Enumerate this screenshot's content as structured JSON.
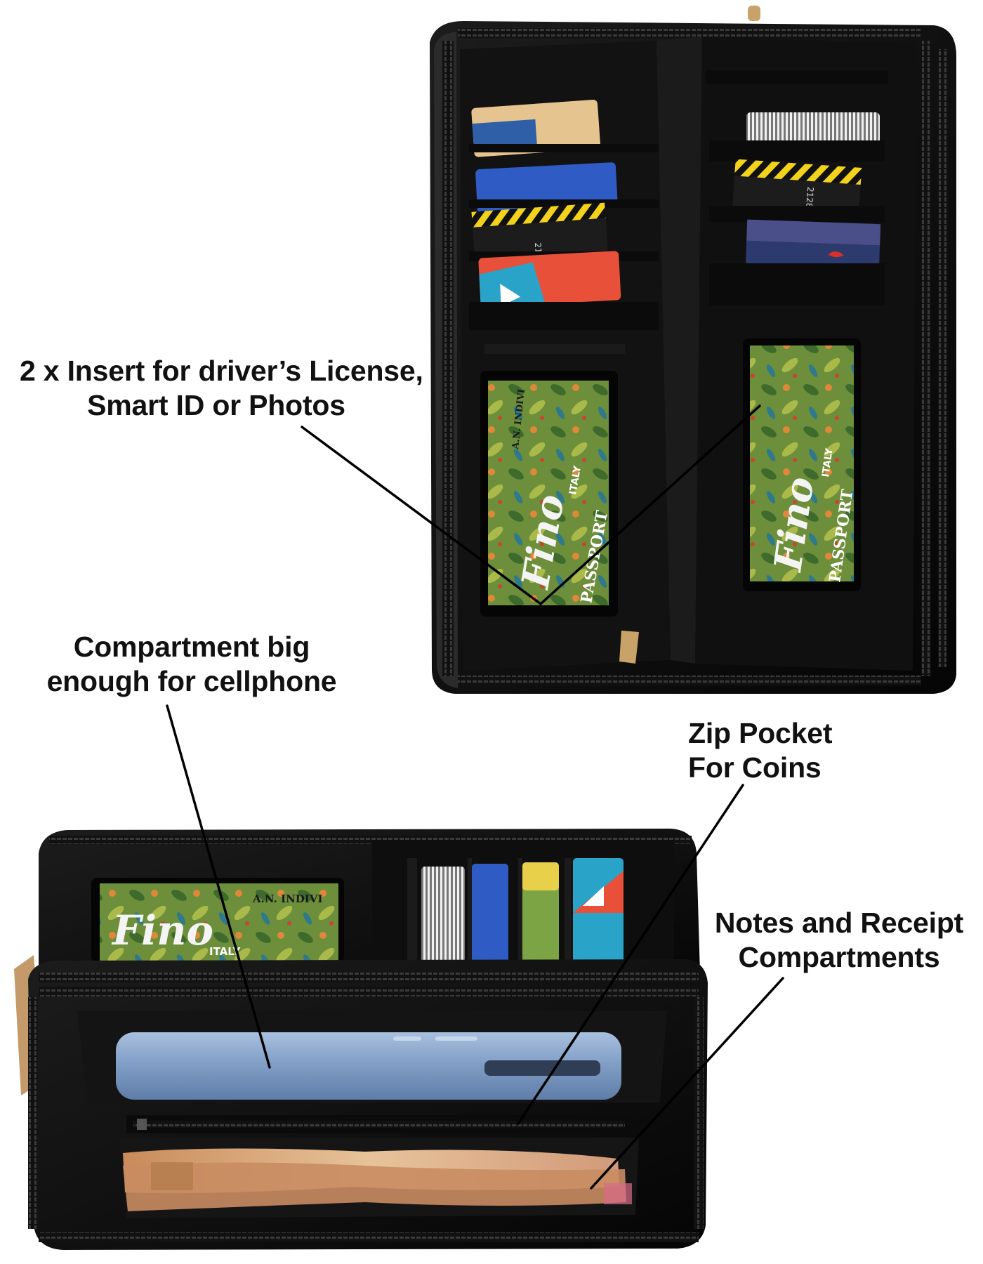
{
  "callouts": {
    "license": {
      "line1": "2 x Insert for driver’s License,",
      "line2": "Smart ID or Photos"
    },
    "cellphone": {
      "line1": "Compartment big",
      "line2": "enough for cellphone"
    },
    "coins": {
      "line1": "Zip Pocket",
      "line2": "For Coins"
    },
    "notes": {
      "line1": "Notes and Receipt",
      "line2": "Compartments"
    }
  },
  "card_prints": {
    "brand": "Fino",
    "country": "ITALY",
    "passport": "PASSPORT",
    "name_fragment": "A.N. INDIVI",
    "card_number": "2128"
  },
  "colors": {
    "wallet_body": "#0d0d0d",
    "lining": "#151515",
    "zipper_teeth": "#2a2a2a",
    "zipper_pull": "#c9a26a",
    "phone": "#8aa4c8",
    "banknotes": "#d9a679",
    "pointer_lines": "#000000"
  }
}
